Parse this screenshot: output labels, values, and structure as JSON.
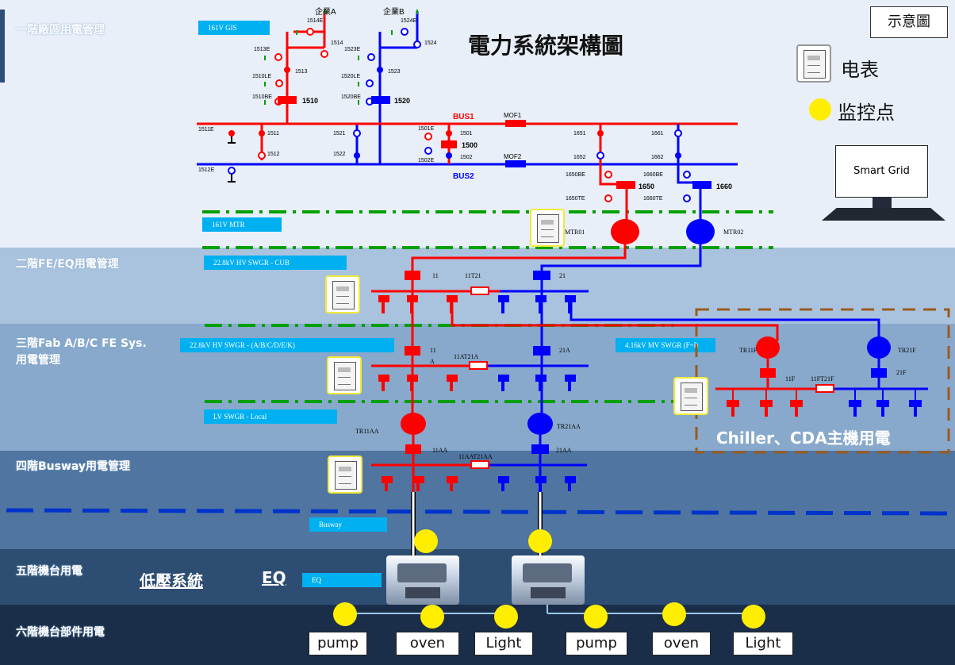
{
  "title": "電力系統架構圖",
  "schematic_label": "示意圖",
  "legend": {
    "meter_label": "电表",
    "monitor_label": "监控点",
    "smart_grid": "Smart Grid"
  },
  "tiers": {
    "t1": "一階廠區用電管理",
    "t2": "二階FE/EQ用電管理",
    "t3a": "三階Fab A/B/C FE Sys.",
    "t3b": "用電管理",
    "t4": "四階Busway用電管理",
    "t5": "五階機台用電",
    "t6": "六階機台部件用電"
  },
  "tags": {
    "gis": "161V GIS",
    "mtr": "161V MTR",
    "hv_cub": "22.8kV HV SWGR - CUB",
    "hv_fab": "22.8kV HV SWGR - (A/B/C/D/E/K)",
    "mv": "4.16kV MV SWGR (F~I)",
    "lv": "LV SWGR - Local",
    "busway": "Busway",
    "eq": "EQ"
  },
  "feeders": {
    "a": "企業A",
    "b": "企業B"
  },
  "buses": {
    "bus1": "BUS1",
    "bus2": "BUS2",
    "mof1": "MOF1",
    "mof2": "MOF2"
  },
  "breakers": {
    "b1514e": "1514E",
    "b1514": "1514",
    "b1513e": "1513E",
    "b1513": "1513",
    "b1510le": "1510LE",
    "b1510be": "1510BE",
    "b1510": "1510",
    "b1524e": "1524E",
    "b1524": "1524",
    "b1523e": "1523E",
    "b1523": "1523",
    "b1520le": "1520LE",
    "b1520be": "1520BE",
    "b1520": "1520",
    "b1511e": "1511E",
    "b1511": "1511",
    "b1512": "1512",
    "b1521": "1521",
    "b1522": "1522",
    "b1512e": "1512E",
    "b1501e": "1501E",
    "b1501": "1501",
    "b1500": "1500",
    "b1502": "1502",
    "b1502e": "1502E",
    "b1651": "1651",
    "b1652": "1652",
    "b1650be": "1650BE",
    "b1650te": "1650TE",
    "b1650": "1650",
    "b1661": "1661",
    "b1662": "1662",
    "b1660be": "1660BE",
    "b1660te": "1660TE",
    "b1660": "1660"
  },
  "transformers": {
    "mtr01": "MTR01",
    "mtr02": "MTR02",
    "t11": "11",
    "t11t21": "11T21",
    "t21": "21",
    "t11a": "11",
    "t11a_sub": "A",
    "t11at21a": "11AT21A",
    "t21a": "21A",
    "tr11f": "TR11F",
    "tr21f": "TR21F",
    "t11f": "11F",
    "t11ft21f": "11FT21F",
    "t21f": "21F",
    "tr11aa": "TR11AA",
    "tr21aa": "TR21AA",
    "t11aa": "11AA",
    "t11aat21aa": "11AAT21AA",
    "t21aa": "21AA"
  },
  "chiller_label": "Chiller、CDA主機用電",
  "low_voltage": {
    "label": "低壓系統",
    "eq": "EQ"
  },
  "parts": [
    "pump",
    "oven",
    "Light",
    "pump",
    "oven",
    "Light"
  ],
  "colors": {
    "red": "#ff0000",
    "blue": "#0000ff",
    "green": "#00a000",
    "brown": "#9b5b1e",
    "yellow": "#ffee00",
    "tag": "#00b0f0"
  }
}
